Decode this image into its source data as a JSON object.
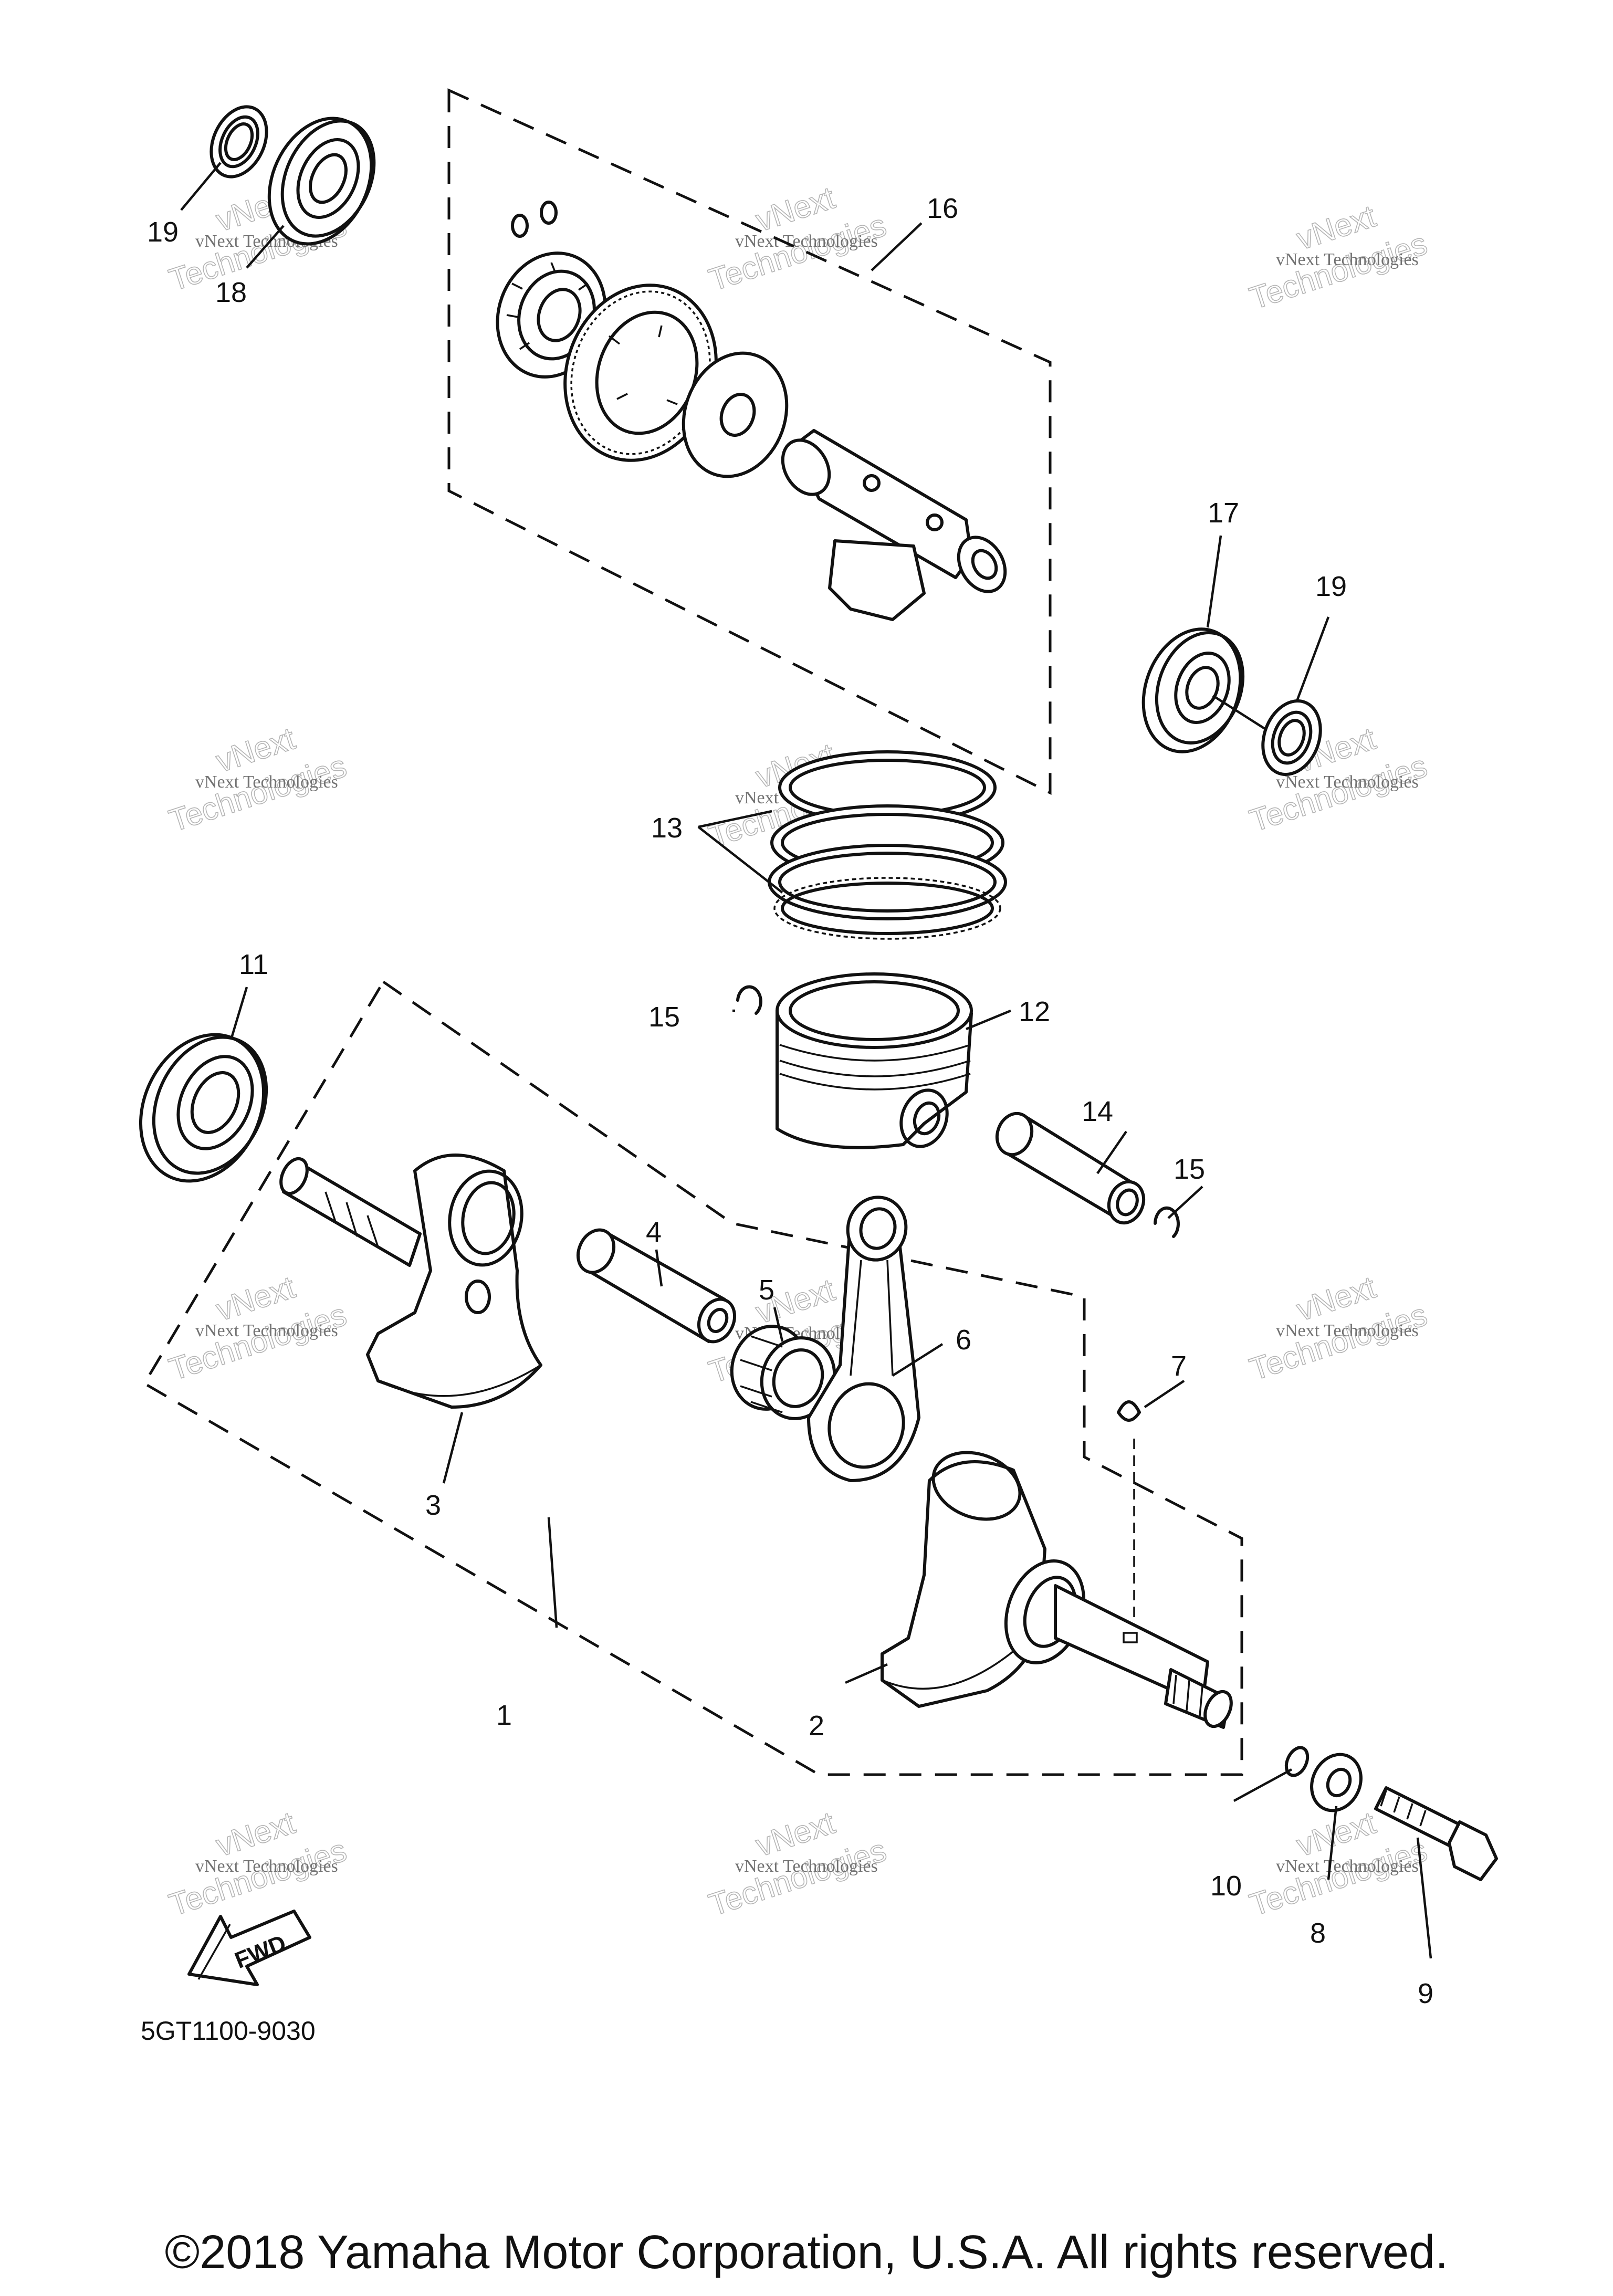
{
  "callouts": [
    {
      "id": "1",
      "label": "1"
    },
    {
      "id": "2",
      "label": "2"
    },
    {
      "id": "3",
      "label": "3"
    },
    {
      "id": "4",
      "label": "4"
    },
    {
      "id": "5",
      "label": "5"
    },
    {
      "id": "6",
      "label": "6"
    },
    {
      "id": "7",
      "label": "7"
    },
    {
      "id": "8",
      "label": "8"
    },
    {
      "id": "9",
      "label": "9"
    },
    {
      "id": "10",
      "label": "10"
    },
    {
      "id": "11",
      "label": "11"
    },
    {
      "id": "12",
      "label": "12"
    },
    {
      "id": "13",
      "label": "13"
    },
    {
      "id": "14",
      "label": "14"
    },
    {
      "id": "15a",
      "label": "15"
    },
    {
      "id": "15b",
      "label": "15"
    },
    {
      "id": "16",
      "label": "16"
    },
    {
      "id": "17",
      "label": "17"
    },
    {
      "id": "18",
      "label": "18"
    },
    {
      "id": "19a",
      "label": "19"
    },
    {
      "id": "19b",
      "label": "19"
    }
  ],
  "watermark": {
    "line1": "vNext Technologies",
    "line2": "vNext",
    "line3": "Technologies"
  },
  "fwd_label": "FWD",
  "part_number": "5GT1100-9030",
  "copyright": "©2018 Yamaha Motor Corporation, U.S.A. All rights reserved."
}
